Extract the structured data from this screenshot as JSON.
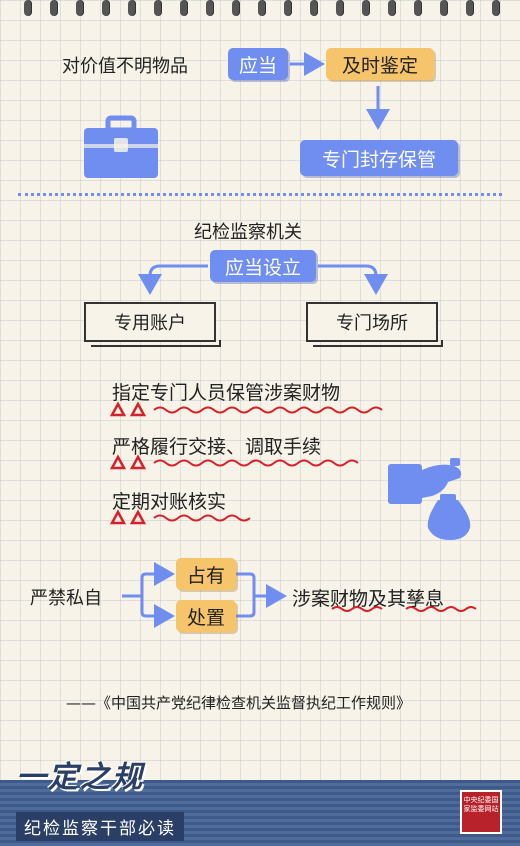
{
  "section1": {
    "subject": "对价值不明物品",
    "should": "应当",
    "timely_appraise": "及时鉴定",
    "seal_storage": "专门封存保管"
  },
  "section2": {
    "org": "纪检监察机关",
    "should_establish": "应当设立",
    "special_account": "专用账户",
    "special_place": "专门场所"
  },
  "requirements": [
    "指定专门人员保管涉案财物",
    "严格履行交接、调取手续",
    "定期对账核实"
  ],
  "section3": {
    "prohibit": "严禁私自",
    "occupy": "占有",
    "dispose": "处置",
    "target": "涉案财物及其孳息"
  },
  "source": "——《中国共产党纪律检查机关监督执纪工作规则》",
  "footer": {
    "brand_title": "一定之规",
    "brand_subtitle": "纪检监察干部必读",
    "seal_text": "中央纪委国家监委网站"
  },
  "colors": {
    "blue": "#6f8ef0",
    "yellow": "#f6c46a",
    "red": "#d8202a",
    "navy": "#2b3f66"
  },
  "icons": [
    "briefcase-icon",
    "hand-money-bag-icon",
    "warning-triangle-icon"
  ]
}
